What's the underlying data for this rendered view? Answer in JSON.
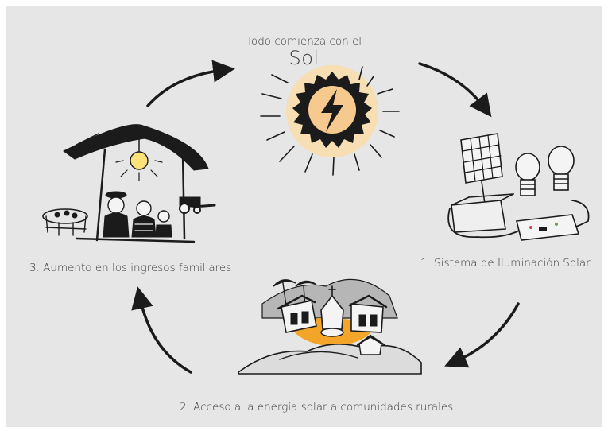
{
  "title": {
    "line1": "Todo comienza con el",
    "line2": "Sol"
  },
  "steps": [
    {
      "label": "1. Sistema de Iluminación Solar"
    },
    {
      "label": "2. Acceso a la energía solar a comunidades rurales"
    },
    {
      "label": "3. Aumento en los ingresos familiares"
    }
  ],
  "colors": {
    "background": "#e6e6e6",
    "ink": "#1b1b1b",
    "sun_glow": "#f8ddb0",
    "accent_orange": "#f3a52a",
    "bulb_yellow": "#fbe27a",
    "hills_gray": "#b6b6b6"
  },
  "icons": [
    "sun-icon",
    "solar-lighting-kit-illustration",
    "rural-village-illustration",
    "family-house-illustration",
    "cycle-arrow-icon"
  ]
}
